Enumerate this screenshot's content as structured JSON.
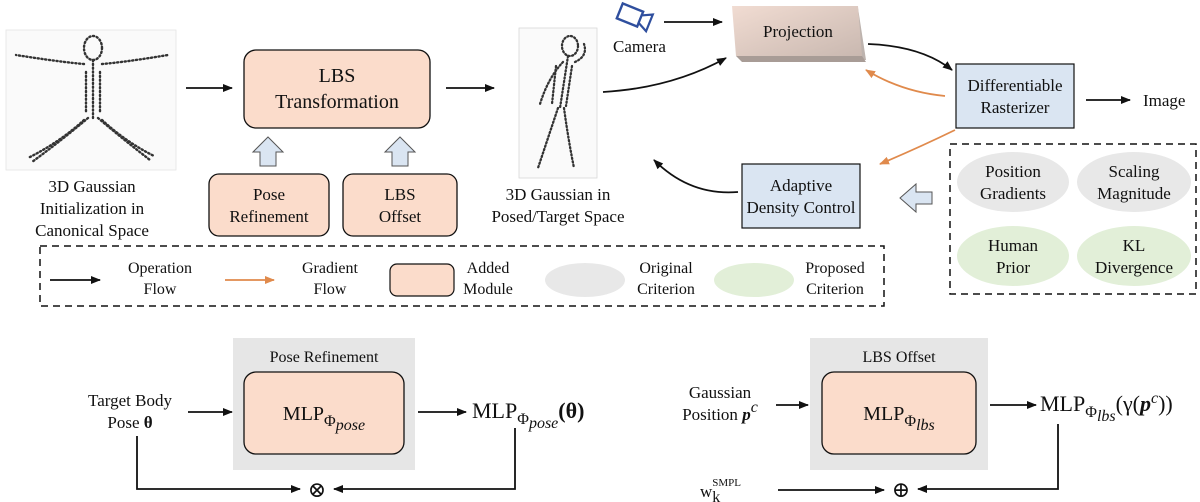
{
  "colors": {
    "added_module": "#fbdccb",
    "original_criterion": "#e8e8e8",
    "proposed_criterion": "#e2efd8",
    "blue_box": "#dae5f2",
    "gradient_arrow": "#e08a4c",
    "panel_gray": "#e6e6e6"
  },
  "top": {
    "canonical_label": [
      "3D Gaussian",
      "Initialization in",
      "Canonical Space"
    ],
    "lbs_transformation": [
      "LBS",
      "Transformation"
    ],
    "pose_refinement": [
      "Pose",
      "Refinement"
    ],
    "lbs_offset": [
      "LBS",
      "Offset"
    ],
    "posed_label": [
      "3D Gaussian in",
      "Posed/Target Space"
    ],
    "camera": "Camera",
    "projection": "Projection",
    "rasterizer": [
      "Differentiable",
      "Rasterizer"
    ],
    "image": "Image",
    "adaptive_density": [
      "Adaptive",
      "Density Control"
    ],
    "criteria": {
      "position_gradients": [
        "Position",
        "Gradients"
      ],
      "scaling_magnitude": [
        "Scaling",
        "Magnitude"
      ],
      "human_prior": [
        "Human",
        "Prior"
      ],
      "kl_divergence": [
        "KL",
        "Divergence"
      ]
    }
  },
  "legend": {
    "operation_flow": [
      "Operation",
      "Flow"
    ],
    "gradient_flow": [
      "Gradient",
      "Flow"
    ],
    "added_module": [
      "Added",
      "Module"
    ],
    "original_criterion": [
      "Original",
      "Criterion"
    ],
    "proposed_criterion": [
      "Proposed",
      "Criterion"
    ]
  },
  "bottom_left": {
    "panel_title": "Pose Refinement",
    "input": [
      "Target Body",
      "Pose"
    ],
    "input_symbol": "θ",
    "mlp_base": "MLP",
    "mlp_sub": "Φ",
    "mlp_sub_italic": "pose",
    "output_arg": "(θ)",
    "combine": "⊗"
  },
  "bottom_right": {
    "panel_title": "LBS Offset",
    "input": [
      "Gaussian",
      "Position"
    ],
    "input_symbol": "p",
    "input_sup": "c",
    "mlp_base": "MLP",
    "mlp_sub": "Φ",
    "mlp_sub_italic": "lbs",
    "output_arg_open": "(γ(",
    "output_arg_close": "))",
    "w_base": "w",
    "w_sub": "k",
    "w_sup": "SMPL",
    "combine": "⊕"
  }
}
